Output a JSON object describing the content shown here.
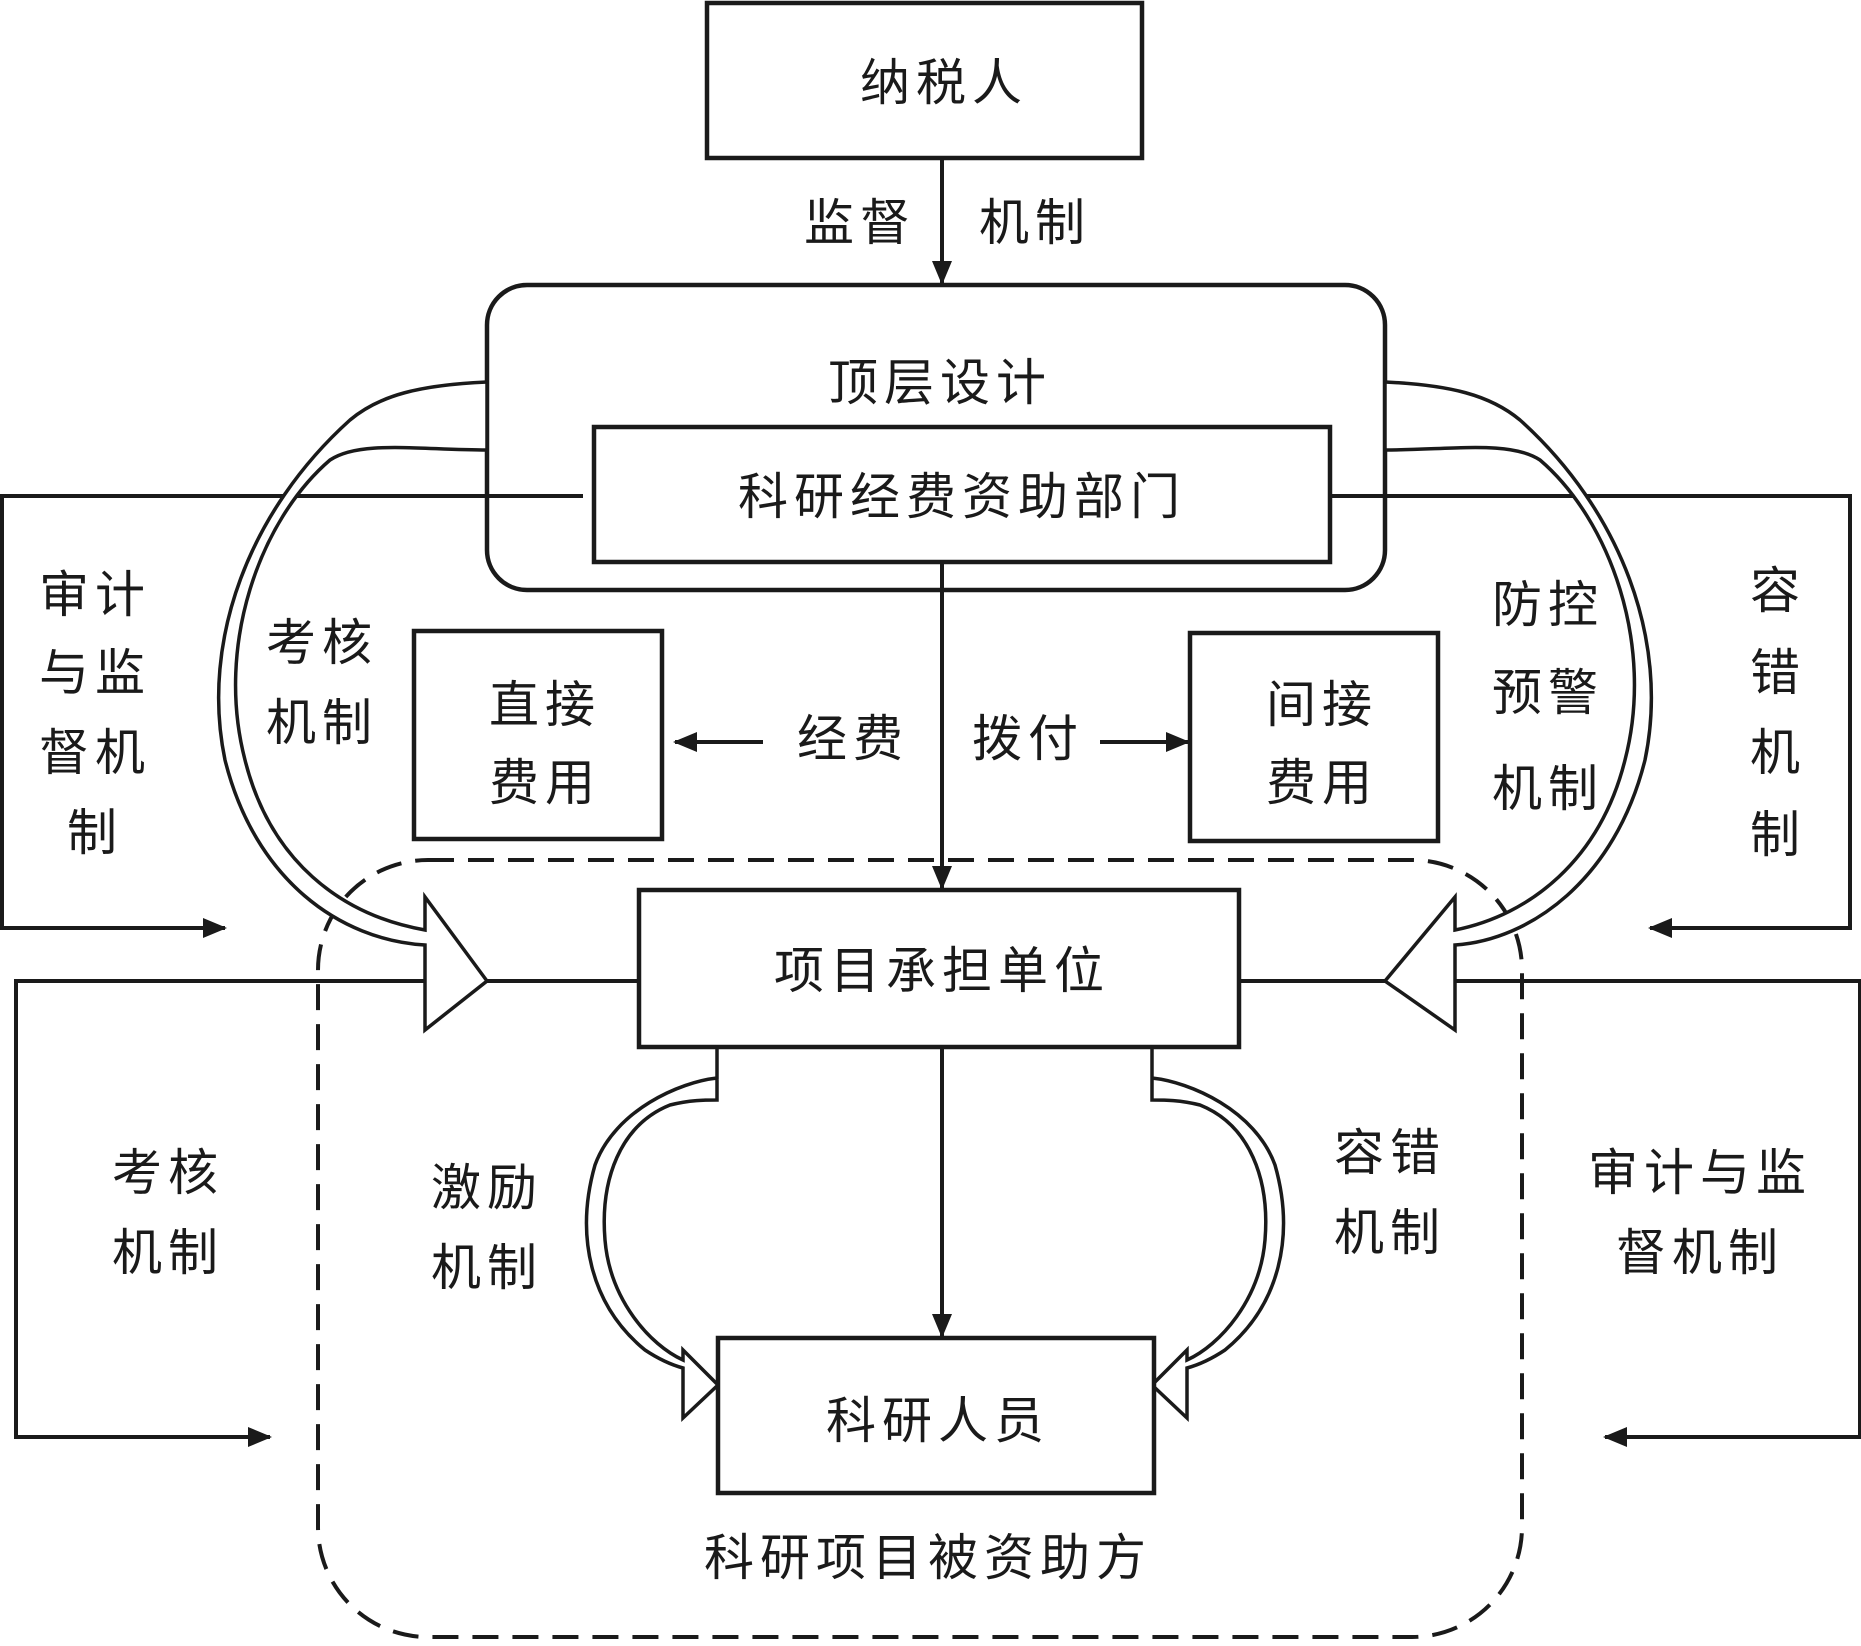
{
  "nodes": {
    "taxpayer": "纳税人",
    "top_design": "顶层设计",
    "funding_dept": "科研经费资助部门",
    "direct_cost_1": "直接",
    "direct_cost_2": "费用",
    "indirect_cost_1": "间接",
    "indirect_cost_2": "费用",
    "project_unit": "项目承担单位",
    "researchers": "科研人员",
    "funded_party": "科研项目被资助方"
  },
  "edge_labels": {
    "supervision_left": "监督",
    "supervision_right": "机制",
    "allocation_left": "经费",
    "allocation_right": "拨付",
    "assessment_upper_1": "考核",
    "assessment_upper_2": "机制",
    "audit_left_1": "审计",
    "audit_left_2": "与监",
    "audit_left_3": "督机",
    "audit_left_4": "制",
    "risk_warning_1": "防控",
    "risk_warning_2": "预警",
    "risk_warning_3": "机制",
    "tolerance_right_1": "容",
    "tolerance_right_2": "错",
    "tolerance_right_3": "机",
    "tolerance_right_4": "制",
    "assessment_lower_1": "考核",
    "assessment_lower_2": "机制",
    "incentive_1": "激励",
    "incentive_2": "机制",
    "tolerance_lower_1": "容错",
    "tolerance_lower_2": "机制",
    "audit_lower_1": "审计与监",
    "audit_lower_2": "督机制"
  }
}
